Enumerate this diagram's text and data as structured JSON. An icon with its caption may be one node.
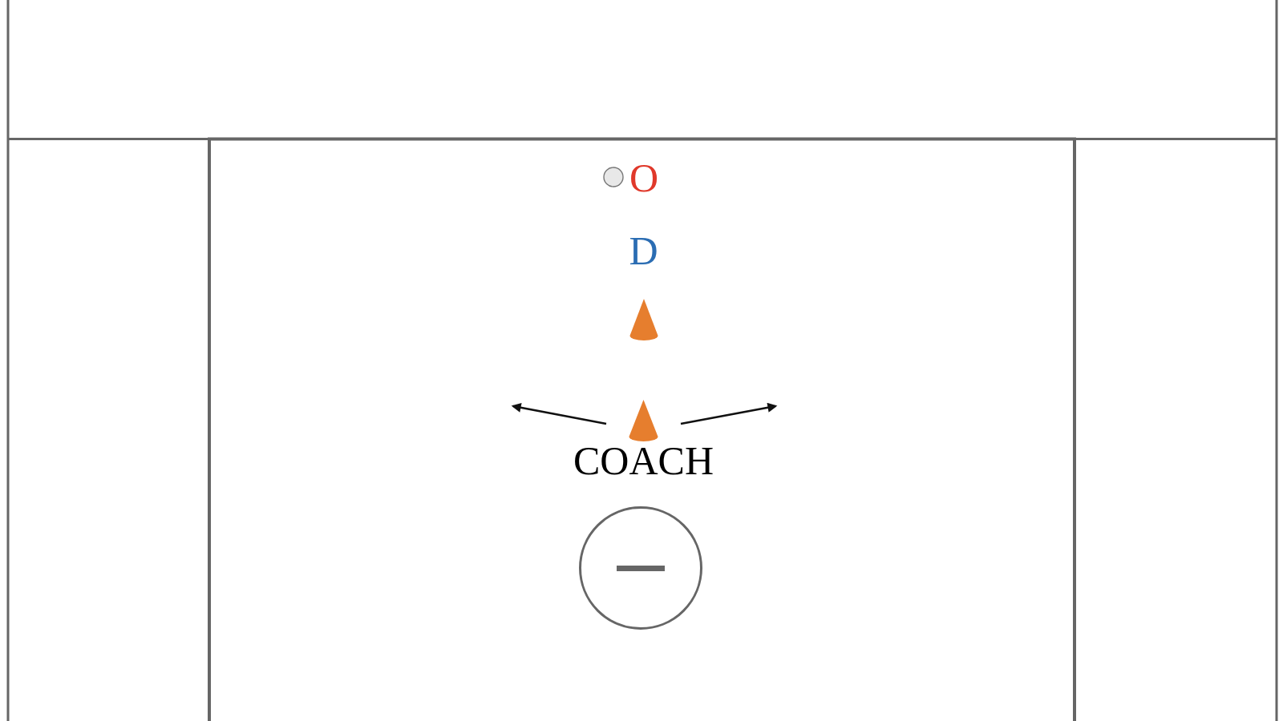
{
  "diagram": {
    "nodes": [
      {
        "text": [],
        "shape": "cone"
      },
      {
        "text": [],
        "shape": "cone",
        "beside": [
          "COACH"
        ]
      }
    ],
    "edges": [
      {
        "from": 1,
        "to": null,
        "arrow": "to"
      },
      {
        "from": 1,
        "to": null,
        "arrow": "to"
      }
    ],
    "labels": [
      "O",
      "D"
    ]
  }
}
